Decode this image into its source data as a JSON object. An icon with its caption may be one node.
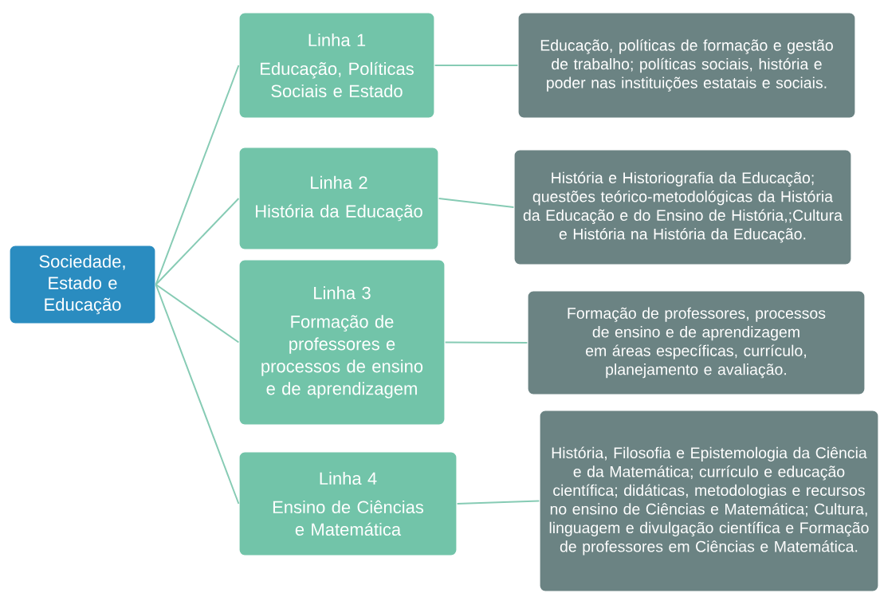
{
  "diagram": {
    "nodes": [
      {
        "text": [
          "Sociedade, Estado e Educação"
        ]
      },
      {
        "text": [
          "Linha 1",
          "Educação, Políticas Sociais e Estado"
        ]
      },
      {
        "text": [
          "Linha 2",
          "História da Educação"
        ]
      },
      {
        "text": [
          "Linha 3",
          "Formação de professores e processos de ensino e de aprendizagem"
        ]
      },
      {
        "text": [
          "Linha 4",
          "Ensino de Ciências e Matemática"
        ]
      },
      {
        "text": [
          "Educação, políticas de formação e gestão de trabalho; políticas sociais, história e poder nas instituições estatais e sociais."
        ]
      },
      {
        "text": [
          "História e Historiografia da Educação; questões teórico-metodológicas da História da Educação e do Ensino de História,;Cultura e História na História da Educação."
        ]
      },
      {
        "text": [
          "Formação de professores, processos de ensino e de aprendizagem em áreas específicas, currículo, planejamento e avaliação."
        ]
      },
      {
        "text": [
          "História, Filosofia e Epistemologia da Ciência e da Matemática; currículo e educação científica; didáticas, metodologias e recursos no ensino de Ciências e Matemática; Cultura, linguagem e divulgação científica e Formação de professores em Ciências e Matemática."
        ]
      }
    ],
    "edges": [
      {
        "from": 0,
        "to": 1,
        "arrow": "none"
      },
      {
        "from": 0,
        "to": 2,
        "arrow": "none"
      },
      {
        "from": 0,
        "to": 3,
        "arrow": "none"
      },
      {
        "from": 0,
        "to": 4,
        "arrow": "none"
      },
      {
        "from": 1,
        "to": 5,
        "arrow": "none"
      },
      {
        "from": 2,
        "to": 6,
        "arrow": "none"
      },
      {
        "from": 3,
        "to": 7,
        "arrow": "none"
      },
      {
        "from": 4,
        "to": 8,
        "arrow": "none"
      }
    ]
  }
}
